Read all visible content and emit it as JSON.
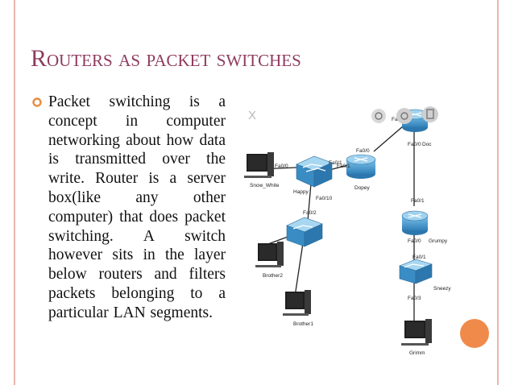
{
  "slide": {
    "title": "Routers as packet switches",
    "body": "Packet switching is a concept in computer networking about how data is transmitted over the write. Router is a server box(like any other computer) that does packet switching. A switch however sits in the layer below routers and filters packets belonging to a particular LAN segments."
  },
  "colors": {
    "title": "#8e3b5d",
    "border": "#e9b7a9",
    "accent_dot": "#f08a4b",
    "device": "#3c8fc4"
  },
  "diagram": {
    "close_glyph": "X",
    "labels": {
      "snow_white": "Snow_White",
      "happy": "Happy",
      "dopey": "Dopey",
      "doc": "Doc",
      "grumpy": "Grumpy",
      "sneezy": "Sneezy",
      "brother2": "Brother2",
      "brother1": "Brother1",
      "grimm": "Grimm",
      "fa0_0_snow": "Fa0/0",
      "fa0_1_happy": "Fa0/1",
      "fa0_0_dopey": "Fa0/0",
      "fa0_1_dopey": "Fa0/1",
      "fa0_10": "Fa0/10",
      "fa0_2": "Fa0/2",
      "fa0_0_doc_top": "Fa0/0",
      "fa0_0_doc": "Fa0/0",
      "fa0_1_doc": "Fa0/1",
      "fa0_0_grumpy": "Fa0/0",
      "fa0_1_sneezy": "Fa0/1",
      "fa0_3": "Fa0/3"
    }
  }
}
